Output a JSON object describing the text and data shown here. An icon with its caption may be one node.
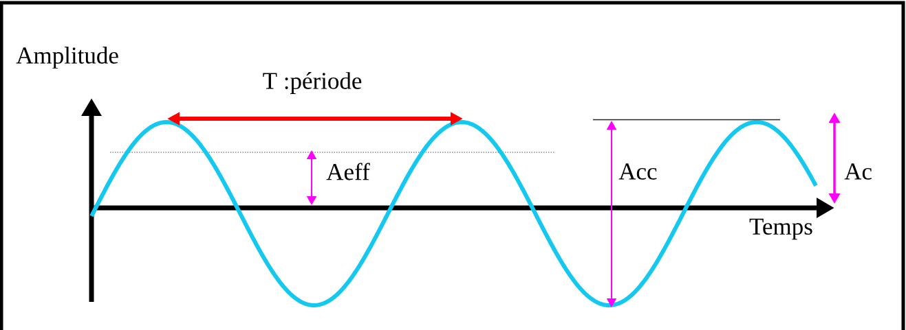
{
  "diagram": {
    "labels": [
      "Amplitude",
      "T :période",
      "Aeff",
      "Acc",
      "Ac",
      "Temps"
    ]
  }
}
